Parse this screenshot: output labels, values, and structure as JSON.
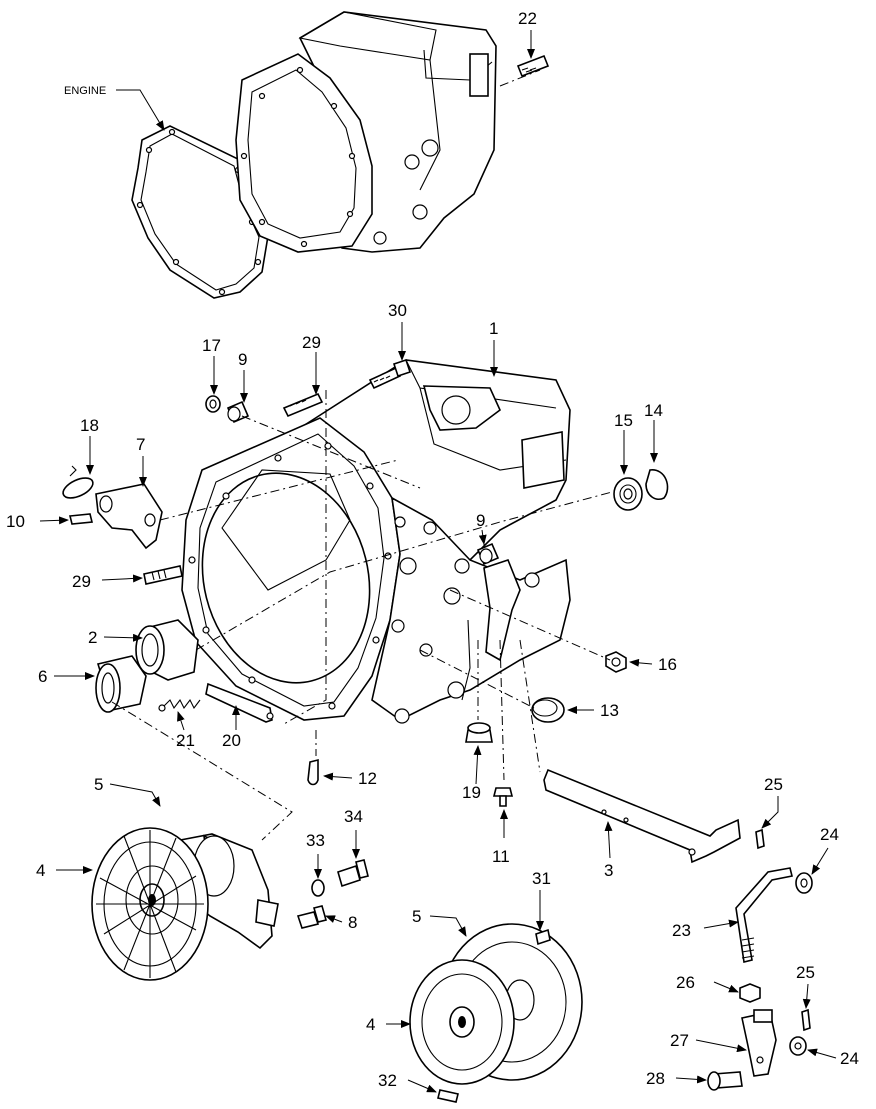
{
  "labels": {
    "engine": "ENGINE",
    "n1": "1",
    "n2": "2",
    "n3": "3",
    "n4a": "4",
    "n4b": "4",
    "n5a": "5",
    "n5b": "5",
    "n6": "6",
    "n7": "7",
    "n8": "8",
    "n9a": "9",
    "n9b": "9",
    "n10": "10",
    "n11": "11",
    "n12": "12",
    "n13": "13",
    "n14": "14",
    "n15": "15",
    "n16": "16",
    "n17": "17",
    "n18": "18",
    "n19": "19",
    "n20": "20",
    "n21": "21",
    "n22": "22",
    "n23": "23",
    "n24a": "24",
    "n24b": "24",
    "n25a": "25",
    "n25b": "25",
    "n26": "26",
    "n27": "27",
    "n28": "28",
    "n29a": "29",
    "n29b": "29",
    "n30": "30",
    "n31": "31",
    "n32": "32",
    "n33": "33",
    "n34": "34"
  }
}
